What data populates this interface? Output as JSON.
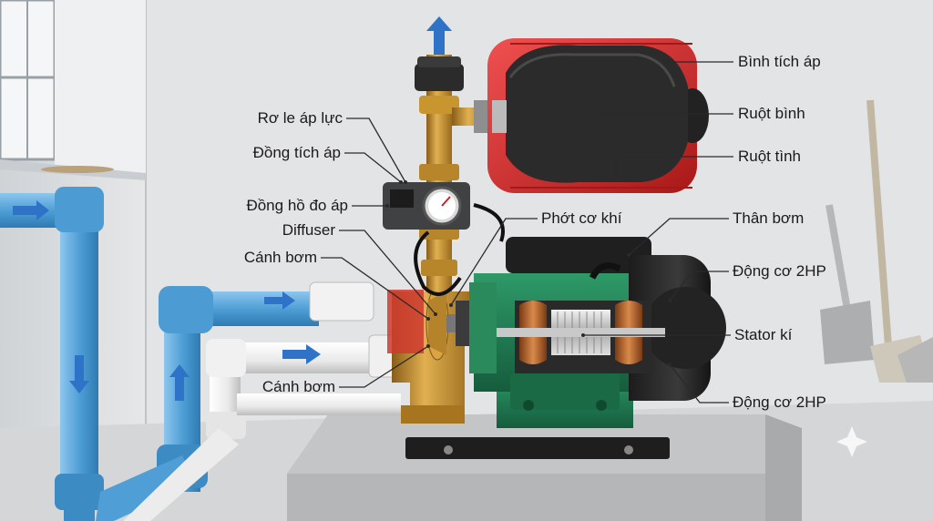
{
  "labels": {
    "binh_tich_ap": "Bình tích áp",
    "ruot_binh": "Ruột bình",
    "ruot_tinh": "Ruột tình",
    "ro_le_ap_luc": "Rơ le áp lực",
    "dong_tich_ap": "Đồng tích áp",
    "dong_ho_do_ap": "Đồng hồ đo áp",
    "diffuser": "Diffuser",
    "canh_bom_top": "Cánh bơm",
    "phot_co_khi": "Phớt cơ khí",
    "than_bom": "Thân bơm",
    "dong_co_top": "Động cơ 2HP",
    "stator_ki": "Stator kí",
    "canh_bom_bottom": "Cánh bơm",
    "dong_co_bottom": "Động cơ 2HP"
  },
  "colors": {
    "tank_red": "#d42a2a",
    "bladder_black": "#2b2b2b",
    "pipe_blue": "#4f9fd6",
    "pipe_white": "#ececec",
    "motor_green": "#1f7a52",
    "brass": "#c8962e",
    "copper": "#b8682d",
    "flow_arrow": "#2f73c9"
  }
}
